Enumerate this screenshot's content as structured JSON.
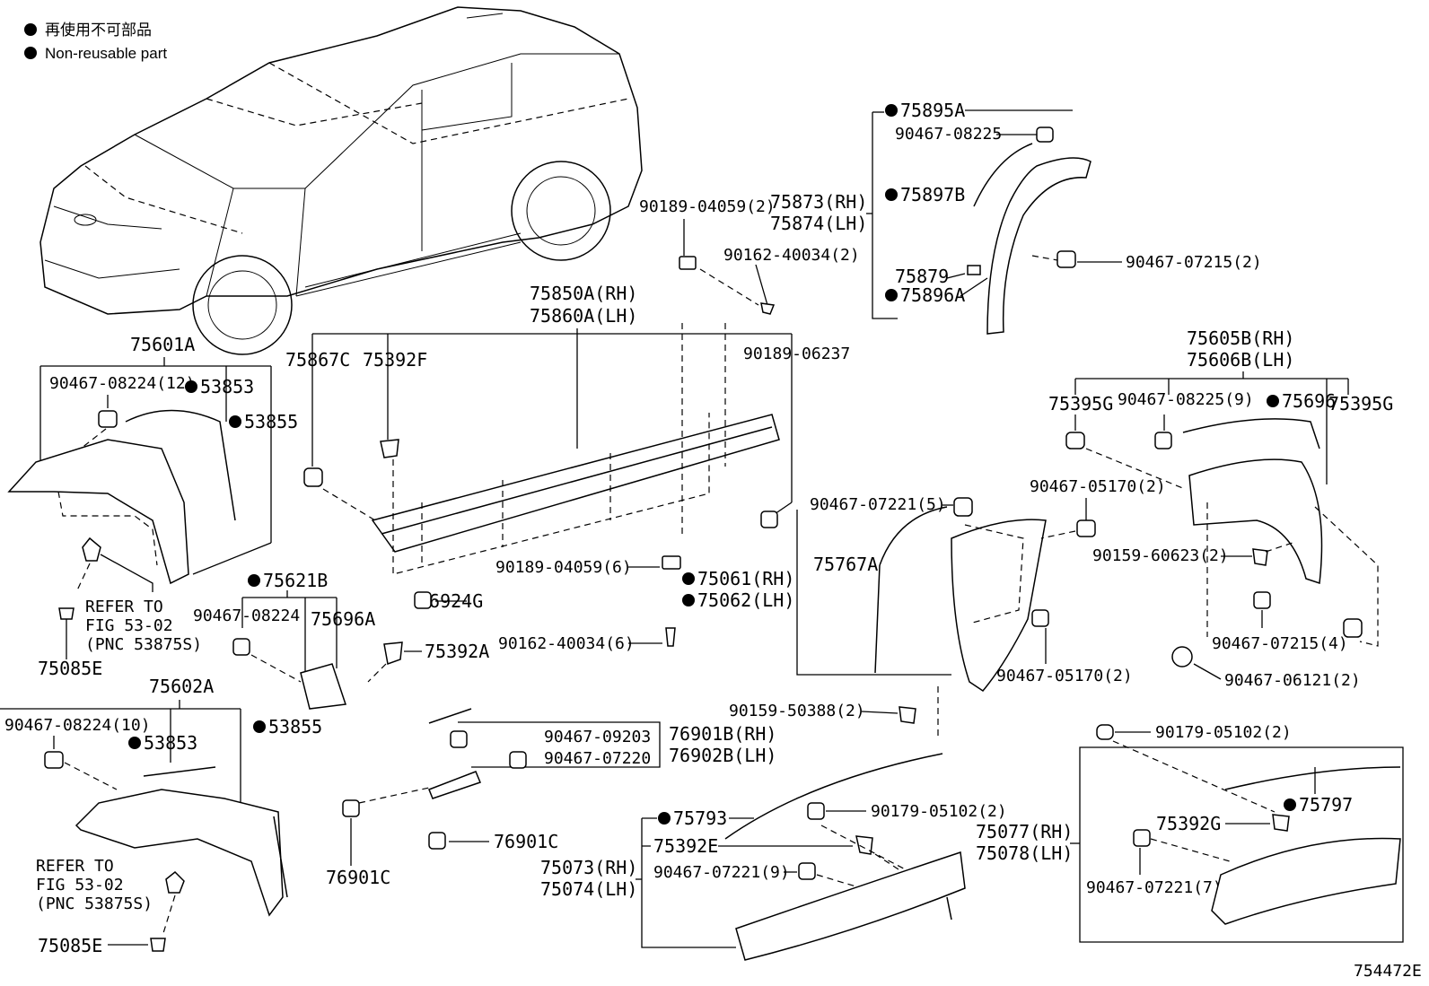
{
  "legend": {
    "jp_label": "再使用不可部品",
    "en_label": "Non-reusable part"
  },
  "figure_number": "754472E",
  "labels": {
    "p75601A": "75601A",
    "p90467_08224_12": "90467-08224(12)",
    "p53853_a": "53853",
    "p53855_a": "53855",
    "refer1_l1": "REFER TO",
    "refer1_l2": "FIG 53-02",
    "refer1_l3": "(PNC 53875S)",
    "p75085E_a": "75085E",
    "p75602A": "75602A",
    "p90467_08224_10": "90467-08224(10)",
    "p53853_b": "53853",
    "p53855_b": "53855",
    "refer2_l1": "REFER TO",
    "refer2_l2": "FIG 53-02",
    "refer2_l3": "(PNC 53875S)",
    "p75085E_b": "75085E",
    "p75621B": "75621B",
    "p90467_08224": "90467-08224",
    "p75696A": "75696A",
    "p75392A": "75392A",
    "p75850A": "75850A(RH)",
    "p75860A": "75860A(LH)",
    "p75867C": "75867C",
    "p75392F": "75392F",
    "p90189_06237": "90189-06237",
    "p90189_04059_2": "90189-04059(2)",
    "p90162_40034_2": "90162-40034(2)",
    "p90189_04059_6": "90189-04059(6)",
    "p75061": "75061(RH)",
    "p75062": "75062(LH)",
    "p76924G": "76924G",
    "p90162_40034_6": "90162-40034(6)",
    "p90467_09203": "90467-09203",
    "p90467_07220": "90467-07220",
    "p76901B": "76901B(RH)",
    "p76902B": "76902B(LH)",
    "p76901C_a": "76901C",
    "p76901C_b": "76901C",
    "p75895A": "75895A",
    "p90467_08225": "90467-08225",
    "p75873": "75873(RH)",
    "p75874": "75874(LH)",
    "p75897B": "75897B",
    "p75879": "75879",
    "p75896A": "75896A",
    "p90467_07215_2": "90467-07215(2)",
    "p90467_07221_5": "90467-07221(5)",
    "p75767A": "75767A",
    "p90467_05170_2a": "90467-05170(2)",
    "p90467_05170_2b": "90467-05170(2)",
    "p90159_50388_2": "90159-50388(2)",
    "p75605B": "75605B(RH)",
    "p75606B": "75606B(LH)",
    "p75395G_a": "75395G",
    "p90467_08225_9": "90467-08225(9)",
    "p75696": "75696",
    "p75395G_b": "75395G",
    "p90159_60623_2": "90159-60623(2)",
    "p90467_07215_4": "90467-07215(4)",
    "p90467_06121_2": "90467-06121(2)",
    "p75793": "75793",
    "p75392E": "75392E",
    "p90179_05102_2a": "90179-05102(2)",
    "p75073": "75073(RH)",
    "p75074": "75074(LH)",
    "p90467_07221_9": "90467-07221(9)",
    "p90179_05102_2b": "90179-05102(2)",
    "p75797": "75797",
    "p75392G": "75392G",
    "p75077": "75077(RH)",
    "p75078": "75078(LH)",
    "p90467_07221_7": "90467-07221(7)"
  }
}
